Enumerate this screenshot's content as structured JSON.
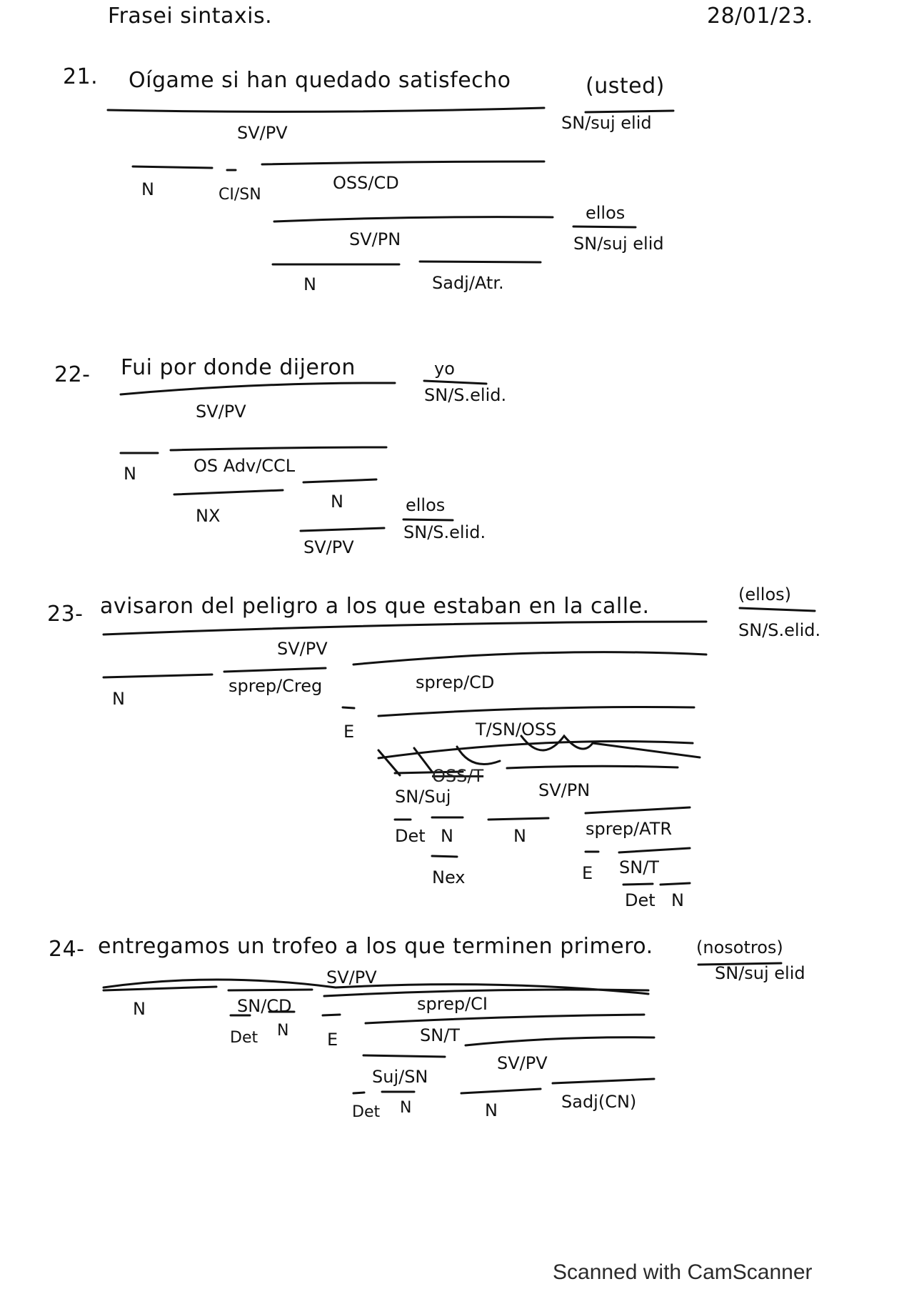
{
  "header": {
    "title": "Frasei sintaxis.",
    "date": "28/01/23."
  },
  "ex21": {
    "number": "21.",
    "sentence": "Oígame si han quedado satisfecho",
    "elided_subject": "(usted)",
    "elided_label": "SN/suj elid",
    "sv": "SV/PV",
    "n1": "N",
    "cl": "CI/SN",
    "oss": "OSS/CD",
    "sub_subject": "ellos",
    "sub_subject_label": "SN/suj elid",
    "svpn": "SV/PN",
    "n2": "N",
    "atr": "Sadj/Atr."
  },
  "ex22": {
    "number": "22-",
    "sentence": "Fui por donde dijeron",
    "elided_subject": "yo",
    "elided_label": "SN/S.elid.",
    "sv": "SV/PV",
    "n1": "N",
    "osadv": "OS Adv/CCL",
    "nx": "NX",
    "n2": "N",
    "sub_subject": "ellos",
    "sub_subject_label": "SN/S.elid.",
    "sv2": "SV/PV"
  },
  "ex23": {
    "number": "23-",
    "sentence": "avisaron del peligro a los que estaban en la calle.",
    "elided_subject": "(ellos)",
    "elided_label": "SN/S.elid.",
    "sv": "SV/PV",
    "n1": "N",
    "creg": "sprep/Creg",
    "cd": "sprep/CD",
    "e1": "E",
    "t": "T/SN/OSS",
    "crossed": "OSS/T",
    "snsuj": "SN/Suj",
    "svpn": "SV/PN",
    "det1": "Det",
    "n2": "N",
    "n3": "N",
    "atr": "sprep/ATR",
    "nex": "Nex",
    "e2": "E",
    "snt": "SN/T",
    "det2": "Det",
    "n4": "N"
  },
  "ex24": {
    "number": "24-",
    "sentence": "entregamos un trofeo a los que terminen primero.",
    "elided_subject": "(nosotros)",
    "elided_label": "SN/suj elid",
    "sv": "SV/PV",
    "n1": "N",
    "sncd": "SN/CD",
    "det1": "Det",
    "n2": "N",
    "e": "E",
    "ci": "sprep/CI",
    "snt": "SN/T",
    "suj": "Suj/SN",
    "svpv": "SV/PV",
    "det2": "Det",
    "n3": "N",
    "n4": "N",
    "sadj": "Sadj(CN)"
  },
  "footer": {
    "watermark": "Scanned with CamScanner"
  }
}
